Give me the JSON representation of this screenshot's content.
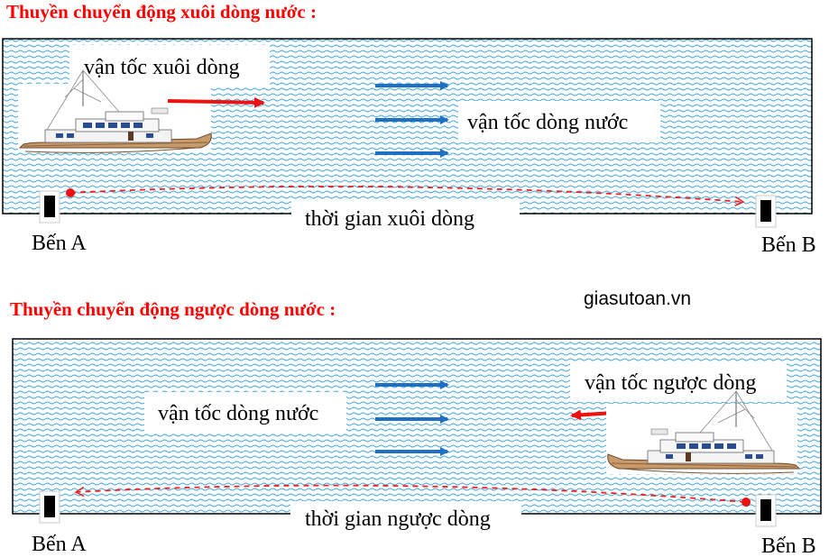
{
  "colors": {
    "title_red": "#ff0000",
    "water_wave": "#3aa3df",
    "current_arrow": "#1f6fc3",
    "boat_arrow": "#ee1111",
    "path_dash": "#ee2222"
  },
  "site": "giasutoan.vn",
  "downstream": {
    "title": "Thuyền chuyển động xuôi dòng nước :",
    "boat_speed_label": "vận tốc xuôi dòng",
    "current_label": "vận tốc dòng nước",
    "time_label": "thời gian xuôi dòng",
    "dock_a": "Bến A",
    "dock_b": "Bến B",
    "boat_icon": "boat-icon",
    "dock_icon": "dock-post-icon"
  },
  "upstream": {
    "title": "Thuyền chuyển động ngược dòng nước :",
    "boat_speed_label": "vận tốc ngược dòng",
    "current_label": "vận tốc dòng nước",
    "time_label": "thời gian ngược dòng",
    "dock_a": "Bến A",
    "dock_b": "Bến B",
    "boat_icon": "boat-icon",
    "dock_icon": "dock-post-icon"
  }
}
